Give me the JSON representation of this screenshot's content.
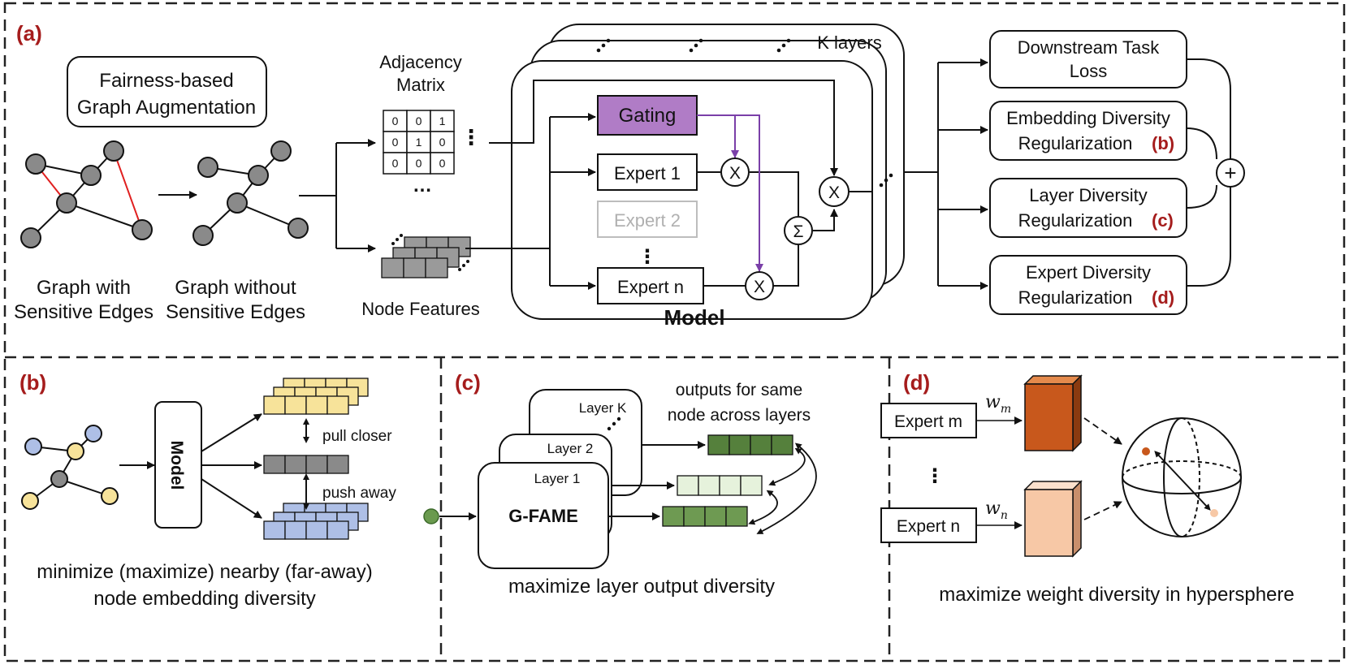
{
  "panels": {
    "a": {
      "tag": "(a)"
    },
    "b": {
      "tag": "(b)"
    },
    "c": {
      "tag": "(c)"
    },
    "d": {
      "tag": "(d)"
    }
  },
  "augmentation": {
    "box_line1": "Fairness-based",
    "box_line2": "Graph Augmentation",
    "graph1_line1": "Graph with",
    "graph1_line2": "Sensitive Edges",
    "graph2_line1": "Graph without",
    "graph2_line2": "Sensitive Edges"
  },
  "inputs": {
    "adj_line1": "Adjacency",
    "adj_line2": "Matrix",
    "matrix": [
      [
        "0",
        "0",
        "1"
      ],
      [
        "0",
        "1",
        "0"
      ],
      [
        "0",
        "0",
        "0"
      ]
    ],
    "node_features": "Node Features",
    "ellipsis": "…"
  },
  "model": {
    "title": "Model",
    "k_layers": "K layers",
    "gating": "Gating",
    "expert1": "Expert 1",
    "expert2": "Expert 2",
    "expertn": "Expert n",
    "mult": "X",
    "sum": "Σ",
    "vdots": "⋮"
  },
  "losses": {
    "downstream_line1": "Downstream Task",
    "downstream_line2": "Loss",
    "emb_line1": "Embedding Diversity",
    "emb_line2": "Regularization",
    "emb_tag": "(b)",
    "layer_line1": "Layer Diversity",
    "layer_line2": "Regularization",
    "layer_tag": "(c)",
    "expert_line1": "Expert Diversity",
    "expert_line2": "Regularization",
    "expert_tag": "(d)",
    "plus": "+"
  },
  "panel_b": {
    "model": "Model",
    "pull": "pull closer",
    "push": "push away",
    "caption_line1": "minimize (maximize) nearby (far-away)",
    "caption_line2": "node embedding diversity"
  },
  "panel_c": {
    "layer_k": "Layer K",
    "layer_2": "Layer 2",
    "layer_1": "Layer 1",
    "gfame": "G-FAME",
    "outputs_line1": "outputs for same",
    "outputs_line2": "node across layers",
    "caption": "maximize layer output diversity"
  },
  "panel_d": {
    "expert_m": "Expert m",
    "expert_n": "Expert n",
    "w_m_base": "w",
    "w_m_sub": "m",
    "w_n_base": "w",
    "w_n_sub": "n",
    "vdots": "⋮",
    "caption": "maximize weight diversity in hypersphere"
  },
  "colors": {
    "gating": "#b07cc6",
    "purple_arrow": "#7a3fa8",
    "red_edge": "#e02020",
    "node_gray": "#8a8a8a",
    "yellow": "#f7e39a",
    "blue": "#aebfe6",
    "dark_green": "#55803c",
    "light_green": "#e6f2dc",
    "orange": "#c8581c",
    "peach": "#f7c8a6",
    "tag_red": "#a51c1c"
  }
}
